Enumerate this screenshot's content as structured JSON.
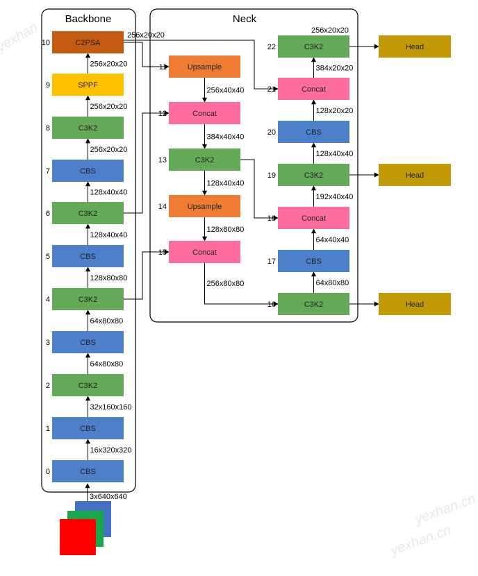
{
  "panels": {
    "backbone": "Backbone",
    "neck": "Neck"
  },
  "colors": {
    "cbs": "#4e7fca",
    "c3k2": "#63a957",
    "sppf": "#ffc000",
    "c2psa": "#c55a11",
    "upsample": "#ee7d33",
    "concat": "#ff6d9f",
    "head": "#c19a06",
    "input_red": "#ff0000",
    "input_green": "#1aa64a",
    "input_blue": "#4472c4"
  },
  "backbone": [
    {
      "index": "0",
      "label": "CBS",
      "type": "cbs",
      "output": "16x320x320"
    },
    {
      "index": "1",
      "label": "CBS",
      "type": "cbs",
      "output": "32x160x160"
    },
    {
      "index": "2",
      "label": "C3K2",
      "type": "c3k2",
      "output": "64x80x80"
    },
    {
      "index": "3",
      "label": "CBS",
      "type": "cbs",
      "output": "64x80x80"
    },
    {
      "index": "4",
      "label": "C3K2",
      "type": "c3k2",
      "output": "128x80x80"
    },
    {
      "index": "5",
      "label": "CBS",
      "type": "cbs",
      "output": "128x40x40"
    },
    {
      "index": "6",
      "label": "C3K2",
      "type": "c3k2",
      "output": "128x40x40"
    },
    {
      "index": "7",
      "label": "CBS",
      "type": "cbs",
      "output": "256x20x20"
    },
    {
      "index": "8",
      "label": "C3K2",
      "type": "c3k2",
      "output": "256x20x20"
    },
    {
      "index": "9",
      "label": "SPPF",
      "type": "sppf",
      "output": "256x20x20"
    },
    {
      "index": "10",
      "label": "C2PSA",
      "type": "c2psa",
      "output": "256x20x20"
    }
  ],
  "input_dim": "3x640x640",
  "neck_left": [
    {
      "index": "11",
      "label": "Upsample",
      "type": "upsample",
      "output": "256x40x40"
    },
    {
      "index": "12",
      "label": "Concat",
      "type": "concat",
      "output": "384x40x40"
    },
    {
      "index": "13",
      "label": "C3K2",
      "type": "c3k2",
      "output": "128x40x40"
    },
    {
      "index": "14",
      "label": "Upsample",
      "type": "upsample",
      "output": "128x80x80"
    },
    {
      "index": "15",
      "label": "Concat",
      "type": "concat",
      "output": "256x80x80"
    }
  ],
  "neck_right": [
    {
      "index": "16",
      "label": "C3K2",
      "type": "c3k2",
      "output": "64x80x80"
    },
    {
      "index": "17",
      "label": "CBS",
      "type": "cbs",
      "output": "64x40x40"
    },
    {
      "index": "18",
      "label": "Concat",
      "type": "concat",
      "output": "192x40x40"
    },
    {
      "index": "19",
      "label": "C3K2",
      "type": "c3k2",
      "output": "128x40x40"
    },
    {
      "index": "20",
      "label": "CBS",
      "type": "cbs",
      "output": "128x20x20"
    },
    {
      "index": "21",
      "label": "Concat",
      "type": "concat",
      "output": "384x20x20"
    },
    {
      "index": "22",
      "label": "C3K2",
      "type": "c3k2",
      "output": "256x20x20"
    }
  ],
  "heads": [
    "Head",
    "Head",
    "Head"
  ]
}
